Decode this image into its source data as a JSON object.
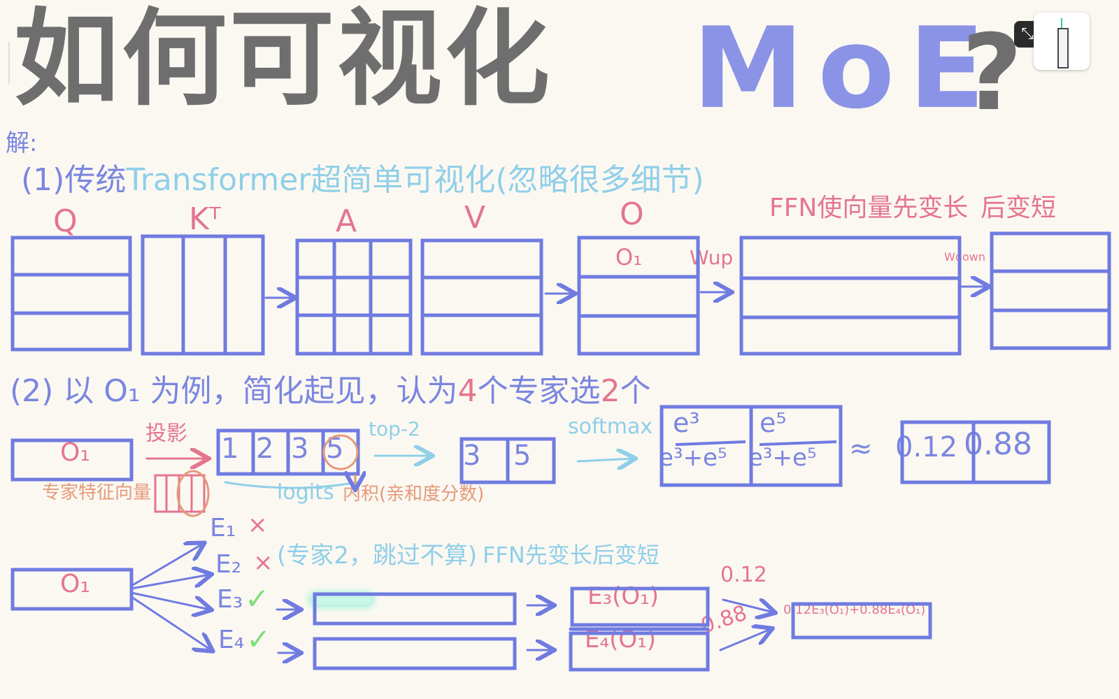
{
  "title": {
    "cn": "如何可视化",
    "moe": "MoE",
    "q": "?"
  },
  "jie": "解:",
  "section1": {
    "num": "(1)",
    "lead": "传统",
    "text": "Transformer超简单可视化(忽略很多细节)"
  },
  "matrices": {
    "q": "Q",
    "kt": "Kᵀ",
    "a": "A",
    "v": "V",
    "o": "O",
    "o1": "O₁",
    "ffn": "FFN使向量先变长",
    "short": "后变短",
    "wup": "Wup",
    "wdown": "Wdown"
  },
  "section2": {
    "prefix": "(2) 以 O₁ 为例，简化起见，认为",
    "n_experts": "4",
    "mid": "个专家选",
    "k": "2",
    "suffix": "个"
  },
  "routing": {
    "o1": "O₁",
    "proj": "投影",
    "expert_vec": "专家特征向量",
    "logits": [
      "1",
      "2",
      "3",
      "5"
    ],
    "logits_label": "logits",
    "inner": "内积(亲和度分数)",
    "topk": "top-2",
    "picked": [
      "3",
      "5"
    ],
    "softmax": "softmax",
    "frac1_num": "e³",
    "frac1_den": "e³+e⁵",
    "frac2_num": "e⁵",
    "frac2_den": "e³+e⁵",
    "approx": "≈",
    "probs": [
      "0.12",
      "0.88"
    ]
  },
  "experts": {
    "o1": "O₁",
    "list": [
      {
        "name": "E₁",
        "mark": "×"
      },
      {
        "name": "E₂",
        "mark": "×"
      },
      {
        "name": "E₃",
        "mark": "✓"
      },
      {
        "name": "E₄",
        "mark": "✓"
      }
    ],
    "note": "(专家2，跳过不算)",
    "ffn_note": "FFN先变长后变短",
    "out3": "E₃(O₁)",
    "out4": "E₄(O₁)",
    "w3": "0.12",
    "w4": "0.88",
    "result": "0.12E₃(O₁)+0.88E₄(O₁)"
  },
  "colors": {
    "blue": "#6f7be0",
    "pink": "#e4758f",
    "cyan": "#8fcfe8",
    "gray": "#6e6e6e",
    "orange": "#e59a7a",
    "green": "#7fe07f"
  },
  "icons": [
    "collapse-icon",
    "pencil-thumbnail-icon"
  ]
}
